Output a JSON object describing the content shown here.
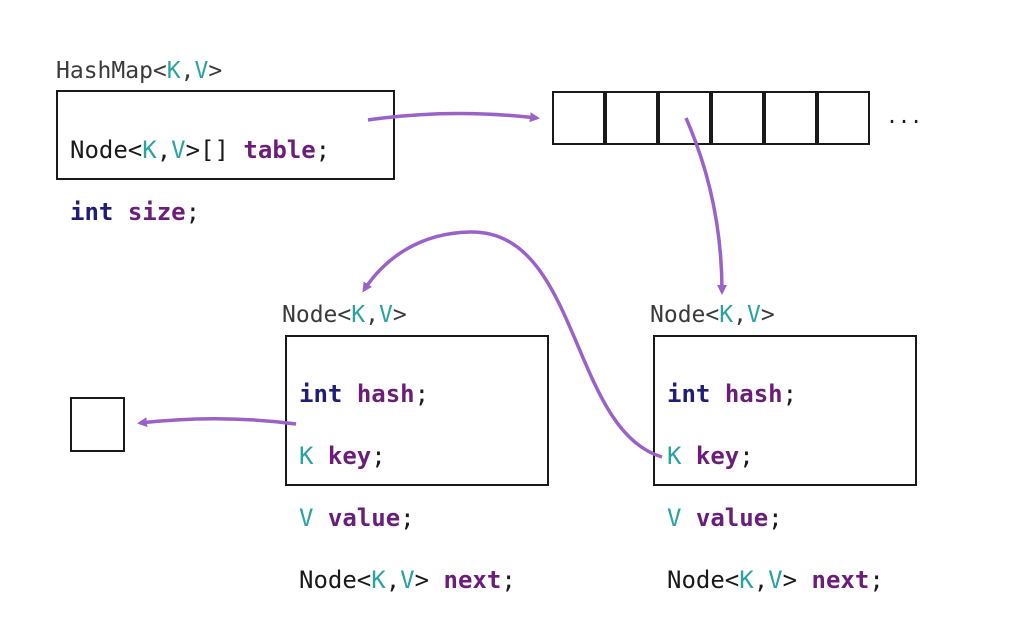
{
  "colors": {
    "type_param": "#2aa3a3",
    "keyword": "#1e1e7a",
    "field_name": "#6a1e7a",
    "arrow": "#9a62c6"
  },
  "hashmap": {
    "title": {
      "name": "HashMap<",
      "k": "K",
      "comma": ",",
      "v": "V",
      "close": ">"
    },
    "line1": {
      "type": "Node<",
      "k": "K",
      "comma": ",",
      "v": "V",
      "close": ">[]",
      "sp": " ",
      "name": "table",
      "semi": ";"
    },
    "line2": {
      "kw": "int",
      "sp": " ",
      "name": "size",
      "semi": ";"
    }
  },
  "array": {
    "cell_count": 6,
    "ellipsis": "..."
  },
  "nodes": [
    {
      "title": {
        "name": "Node<",
        "k": "K",
        "comma": ",",
        "v": "V",
        "close": ">"
      },
      "hash": {
        "kw": "int",
        "sp": " ",
        "name": "hash",
        "semi": ";"
      },
      "key": {
        "type": "K",
        "sp": " ",
        "name": "key",
        "semi": ";"
      },
      "value": {
        "type": "V",
        "sp": " ",
        "name": "value",
        "semi": ";"
      },
      "next": {
        "type": "Node<",
        "k": "K",
        "comma": ",",
        "v": "V",
        "close": ">",
        "sp": " ",
        "name": "next",
        "semi": ";"
      }
    },
    {
      "title": {
        "name": "Node<",
        "k": "K",
        "comma": ",",
        "v": "V",
        "close": ">"
      },
      "hash": {
        "kw": "int",
        "sp": " ",
        "name": "hash",
        "semi": ";"
      },
      "key": {
        "type": "K",
        "sp": " ",
        "name": "key",
        "semi": ";"
      },
      "value": {
        "type": "V",
        "sp": " ",
        "name": "value",
        "semi": ";"
      },
      "next": {
        "type": "Node<",
        "k": "K",
        "comma": ",",
        "v": "V",
        "close": ">",
        "sp": " ",
        "name": "next",
        "semi": ";"
      }
    }
  ]
}
